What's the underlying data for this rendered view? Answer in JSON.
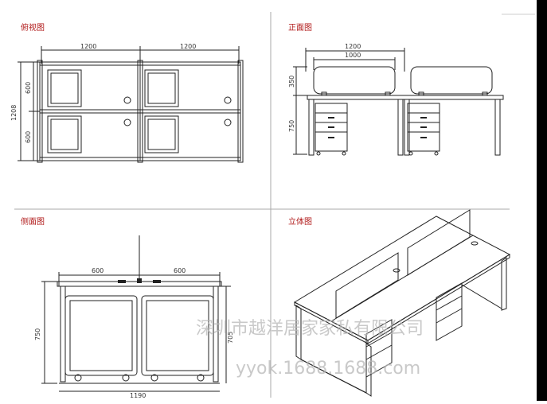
{
  "panels": {
    "top_view": {
      "title": "俯视图"
    },
    "front_view": {
      "title": "正面图"
    },
    "side_view": {
      "title": "侧面图"
    },
    "iso_view": {
      "title": "立体图"
    }
  },
  "dimensions": {
    "top": {
      "width_left": "1200",
      "width_right": "1200",
      "depth_total": "1208",
      "depth_top": "600",
      "depth_bottom": "600"
    },
    "front": {
      "width_outer": "1200",
      "width_inner": "1000",
      "screen_height": "350",
      "desk_height": "750"
    },
    "side": {
      "left_half": "600",
      "right_half": "600",
      "height_left": "750",
      "height_right": "705",
      "bottom_width": "1190"
    }
  },
  "watermark": {
    "company": "深圳市越洋居家家私有限公司",
    "site": "yyok.1688.1688.com"
  },
  "colors": {
    "title_red": "#b01818",
    "line": "#222222",
    "grid": "#999999"
  }
}
